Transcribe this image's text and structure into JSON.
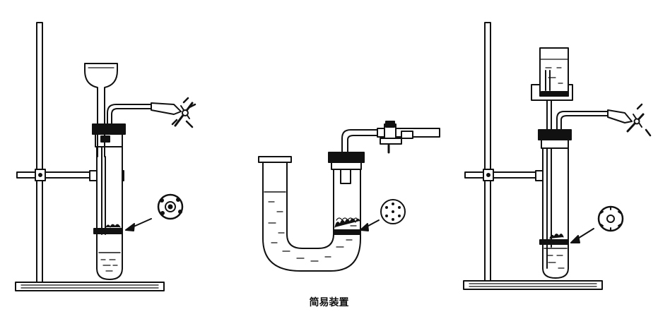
{
  "caption": "简易装置",
  "colors": {
    "ink": "#111111",
    "background": "#ffffff",
    "shade": "#555555"
  },
  "apparatus": [
    {
      "name": "apparatus-funnel-test-tube",
      "icons": [
        "iron-stand-icon",
        "funnel-icon",
        "test-tube-icon",
        "clamp-icon",
        "stopcock-icon",
        "mesh-plate-icon",
        "arrow-icon"
      ]
    },
    {
      "name": "apparatus-u-tube",
      "icons": [
        "u-tube-icon",
        "stopper-icon",
        "stopcock-icon",
        "mesh-plate-icon",
        "arrow-icon"
      ]
    },
    {
      "name": "apparatus-beaker-test-tube",
      "icons": [
        "iron-stand-icon",
        "beaker-icon",
        "test-tube-icon",
        "clamp-icon",
        "stopcock-icon",
        "mesh-plate-icon",
        "arrow-icon"
      ]
    }
  ]
}
